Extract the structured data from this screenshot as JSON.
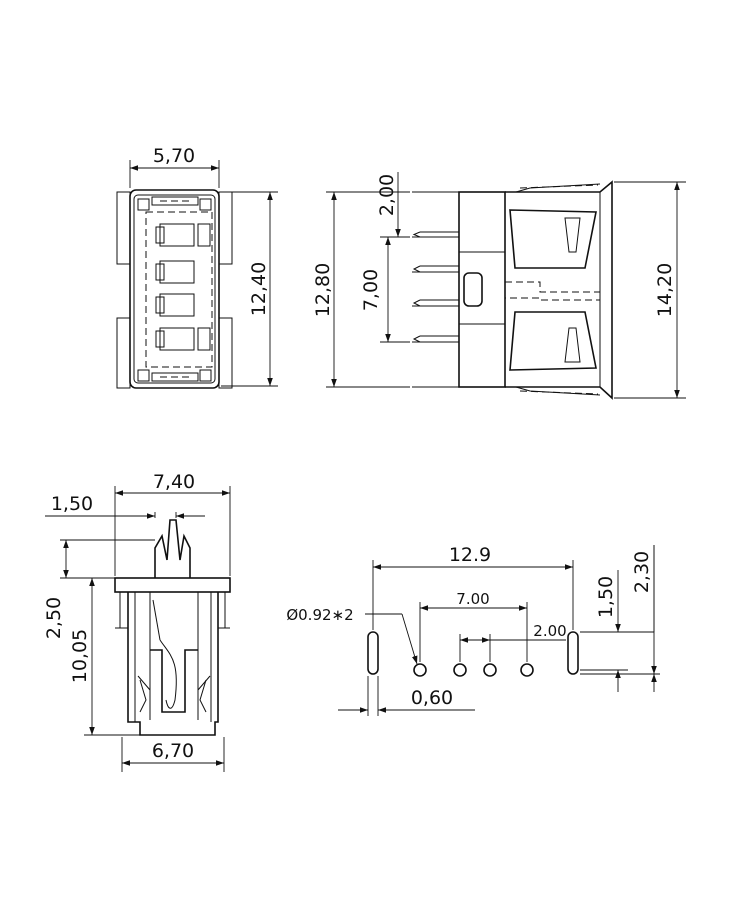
{
  "views": {
    "front": {
      "width_label": "5,70",
      "height_label": "12,40"
    },
    "side": {
      "pin_top_label": "2,00",
      "body_height_label": "12,80",
      "pin_span_label": "7,00",
      "shell_height_label": "14,20"
    },
    "end": {
      "top_width_label": "7,40",
      "latch_width_label": "1,50",
      "latch_height_label": "2,50",
      "body_height_label": "10,05",
      "bottom_width_label": "6,70"
    },
    "footprint": {
      "overall_label": "12.9",
      "pin_span_label": "7.00",
      "pin_pitch_label": "2.00",
      "hole_label": "Ø0.92∗2",
      "slot_width_label": "0,60",
      "offset_a_label": "1,50",
      "offset_b_label": "2,30"
    }
  }
}
